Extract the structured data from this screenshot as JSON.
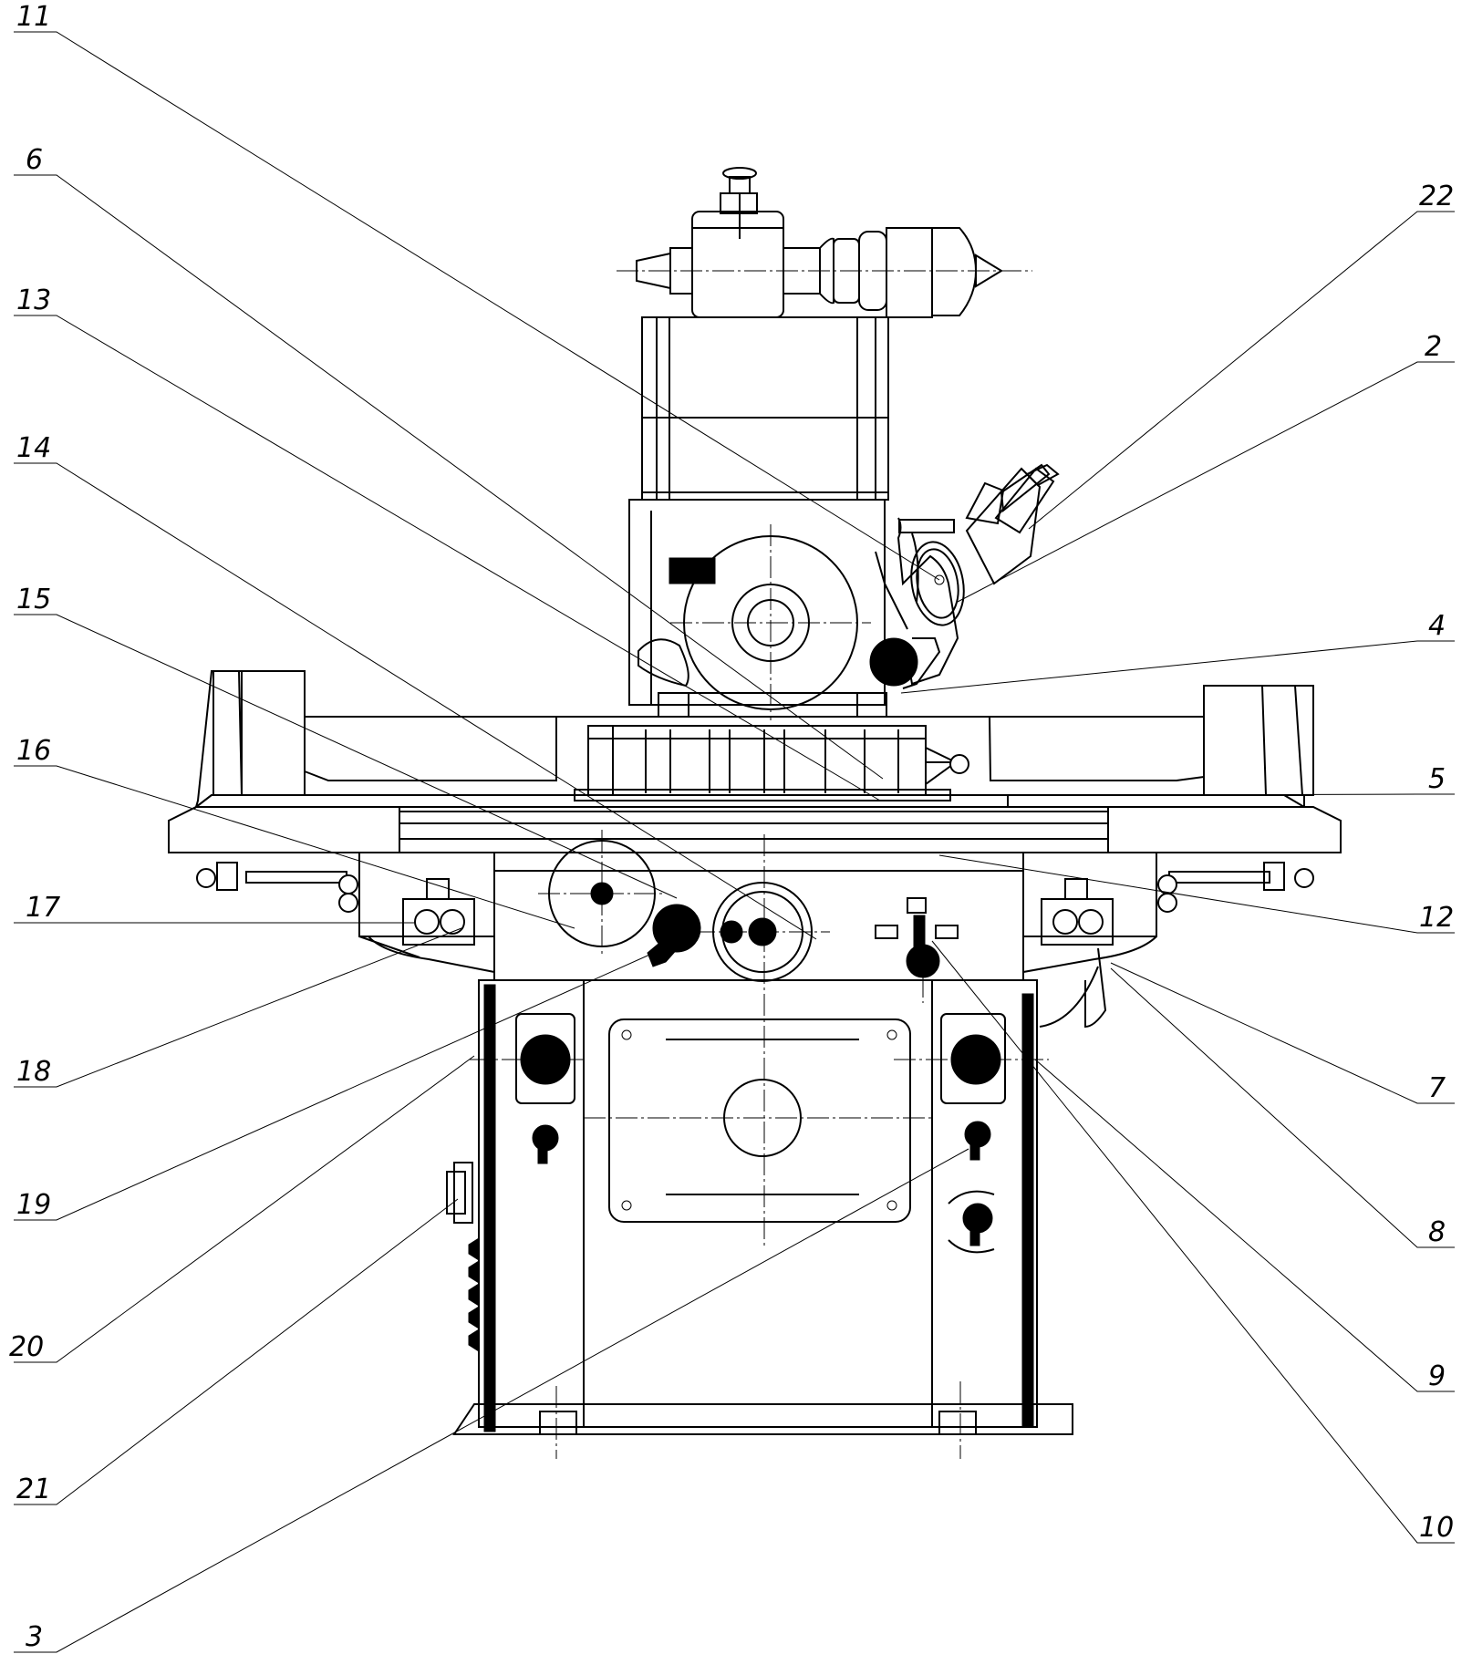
{
  "callouts": [
    {
      "id": "11",
      "text": "11"
    },
    {
      "id": "6",
      "text": "6"
    },
    {
      "id": "13",
      "text": "13"
    },
    {
      "id": "14",
      "text": "14"
    },
    {
      "id": "15",
      "text": "15"
    },
    {
      "id": "16",
      "text": "16"
    },
    {
      "id": "17",
      "text": "17"
    },
    {
      "id": "18",
      "text": "18"
    },
    {
      "id": "19",
      "text": "19"
    },
    {
      "id": "20",
      "text": "20"
    },
    {
      "id": "21",
      "text": "21"
    },
    {
      "id": "3",
      "text": "3"
    },
    {
      "id": "22",
      "text": "22"
    },
    {
      "id": "2",
      "text": "2"
    },
    {
      "id": "4",
      "text": "4"
    },
    {
      "id": "5",
      "text": "5"
    },
    {
      "id": "12",
      "text": "12"
    },
    {
      "id": "7",
      "text": "7"
    },
    {
      "id": "8",
      "text": "8"
    },
    {
      "id": "9",
      "text": "9"
    },
    {
      "id": "10",
      "text": "10"
    }
  ]
}
